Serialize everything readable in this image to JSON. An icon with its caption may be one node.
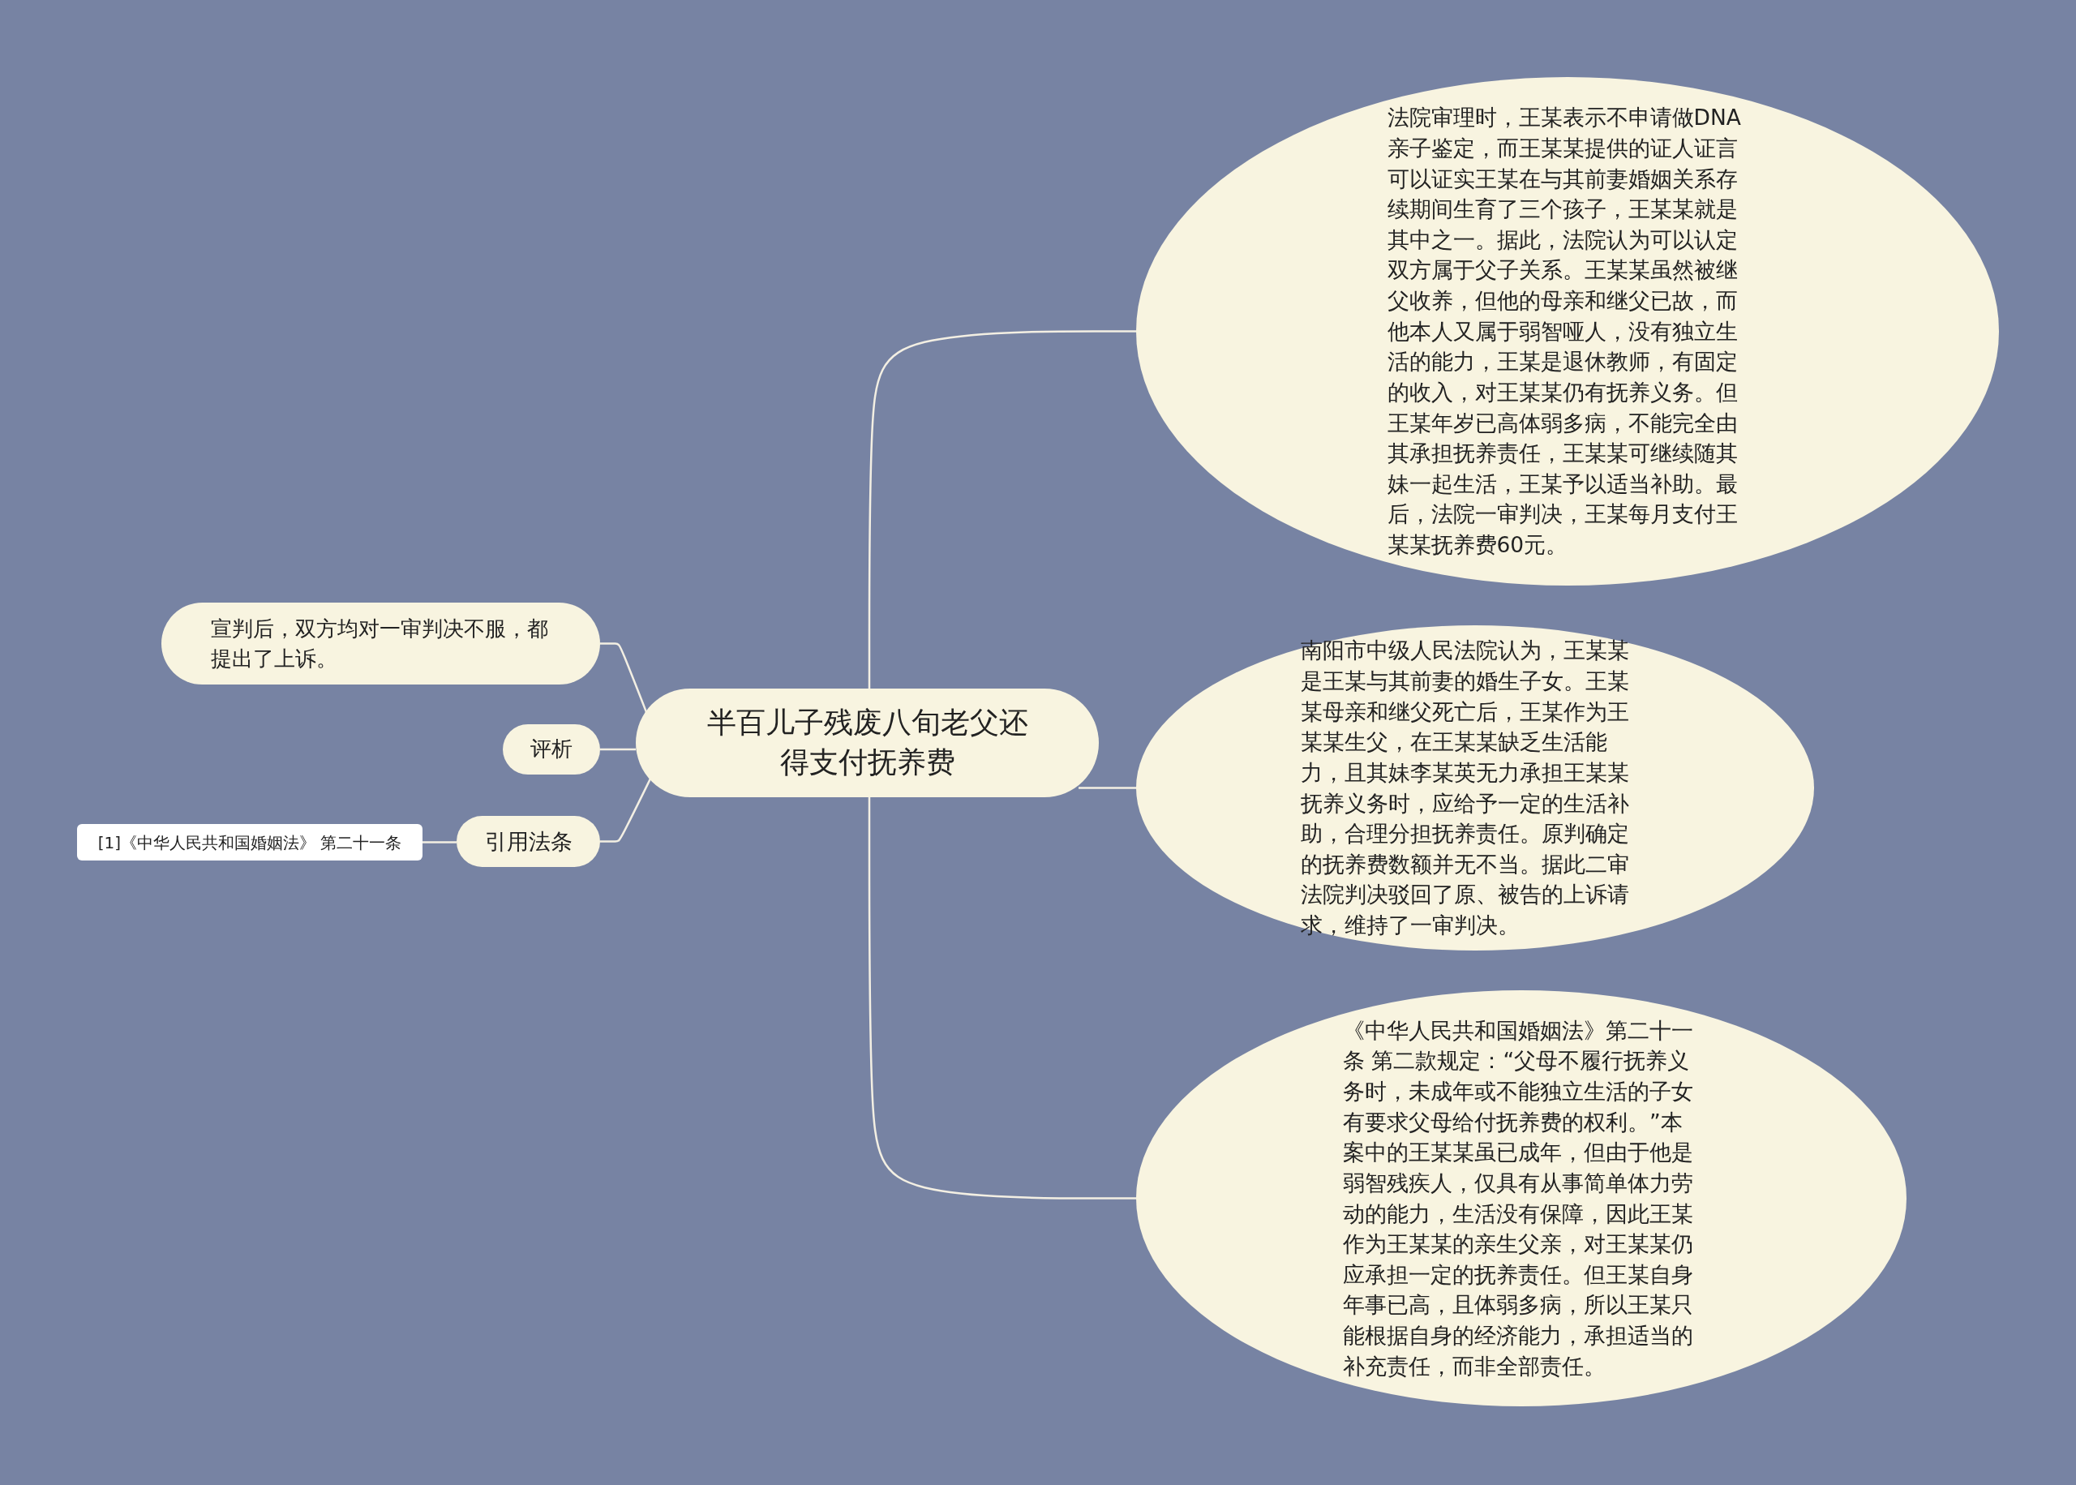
{
  "diagram": {
    "nodes": [
      {
        "text": [
          "半百儿子残废八旬老父还得支付抚养费"
        ]
      },
      {
        "text": [
          "法院审理时，王某表示不申请做DNA亲子鉴定，而王某某提供的证人证言可以证实王某在与其前妻婚姻关系存续期间生育了三个孩子，王某某就是其中之一。据此，法院认为可以认定双方属于父子关系。王某某虽然被继父收养，但他的母亲和继父已故，而他本人又属于弱智哑人，没有独立生活的能力，王某是退休教师，有固定的收入，对王某某仍有抚养义务。但王某年岁已高体弱多病，不能完全由其承担抚养责任，王某某可继续随其妹一起生活，王某予以适当补助。最后，法院一审判决，王某每月支付王某某抚养费60元。"
        ]
      },
      {
        "text": [
          "南阳市中级人民法院认为，王某某是王某与其前妻的婚生子女。王某某母亲和继父死亡后，王某作为王某某生父，在王某某缺乏生活能力，且其妹李某英无力承担王某某抚养义务时，应给予一定的生活补助，合理分担抚养责任。原判确定的抚养费数额并无不当。据此二审法院判决驳回了原、被告的上诉请求，维持了一审判决。"
        ]
      },
      {
        "text": [
          "《中华人民共和国婚姻法》第二十一条 第二款规定：“父母不履行抚养义务时，未成年或不能独立生活的子女有要求父母给付抚养费的权利。”本案中的王某某虽已成年，但由于他是弱智残疾人，仅具有从事简单体力劳动的能力，生活没有保障，因此王某作为王某某的亲生父亲，对王某某仍应承担一定的抚养责任。但王某自身年事已高，且体弱多病，所以王某只能根据自身的经济能力，承担适当的补充责任，而非全部责任。"
        ]
      },
      {
        "text": [
          "宣判后，双方均对一审判决不服，都提出了上诉。"
        ]
      },
      {
        "text": [
          "评析"
        ]
      },
      {
        "text": [
          "引用法条"
        ]
      },
      {
        "text": [
          "[1]《中华人民共和国婚姻法》 第二十一条"
        ]
      }
    ],
    "edges": [
      {
        "from": 0,
        "to": 1,
        "arrow": "none"
      },
      {
        "from": 0,
        "to": 2,
        "arrow": "none"
      },
      {
        "from": 0,
        "to": 3,
        "arrow": "none"
      },
      {
        "from": 0,
        "to": 4,
        "arrow": "none"
      },
      {
        "from": 0,
        "to": 5,
        "arrow": "none"
      },
      {
        "from": 0,
        "to": 6,
        "arrow": "none"
      },
      {
        "from": 6,
        "to": 7,
        "arrow": "none"
      }
    ]
  }
}
